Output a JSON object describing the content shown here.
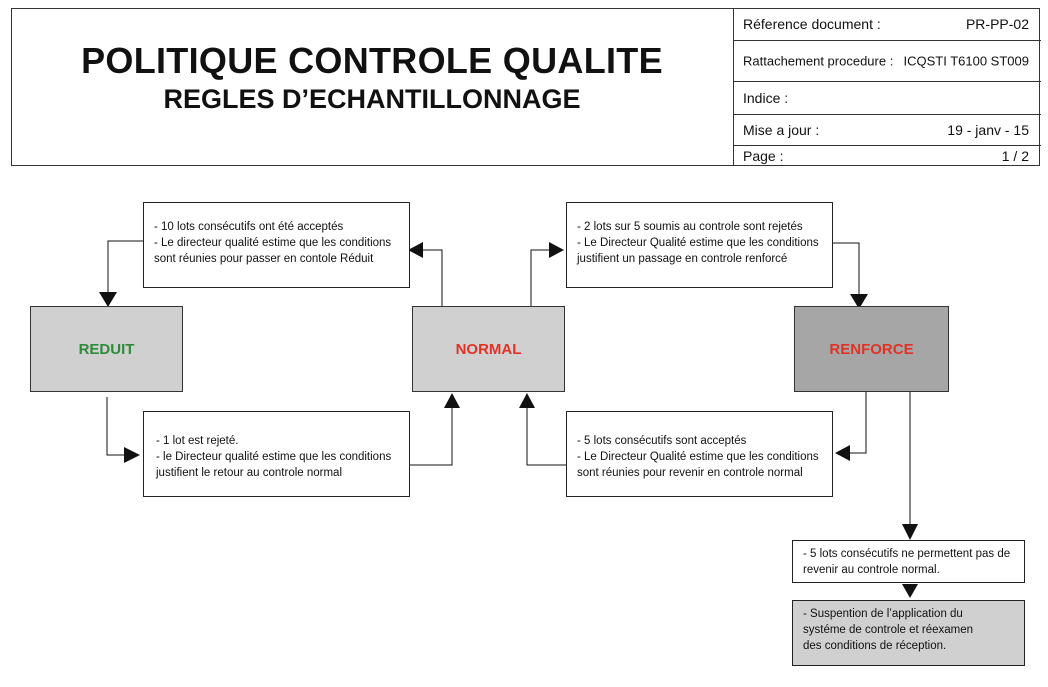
{
  "header": {
    "title": "POLITIQUE CONTROLE QUALITE",
    "subtitle": "REGLES D’ECHANTILLONNAGE",
    "rows": [
      {
        "label": "Réference document :",
        "value": "PR-PP-02"
      },
      {
        "label": "Rattachement procedure :",
        "value": "ICQSTI T6100 ST009"
      },
      {
        "label": "Indice :",
        "value": ""
      },
      {
        "label": "Mise a jour :",
        "value": "19 - janv - 15"
      },
      {
        "label": "Page :",
        "value": "1 / 2"
      }
    ]
  },
  "states": {
    "reduit": {
      "label": "REDUIT",
      "color": "#2e8b3c",
      "bg": "#d0d0d0"
    },
    "normal": {
      "label": "NORMAL",
      "color": "#e03326",
      "bg": "#d0d0d0"
    },
    "renforce": {
      "label": "RENFORCE",
      "color": "#e03326",
      "bg": "#a6a6a6"
    }
  },
  "boxes": {
    "to_reduit": "- 10 lots consécutifs ont été acceptés\n- Le directeur qualité estime que les conditions\nsont réunies pour passer en contole Réduit",
    "to_renforce": "- 2 lots sur 5 soumis au controle sont rejetés\n- Le Directeur Qualité estime que les conditions\njustifient un passage en controle renforcé",
    "reduit_to_normal": "- 1 lot est rejeté.\n- le Directeur qualité estime que les conditions\njustifient le retour au controle normal",
    "renforce_to_normal": "- 5 lots consécutifs sont acceptés\n- Le Directeur Qualité estime que les conditions\nsont réunies pour revenir en controle normal",
    "no_return": "- 5 lots consécutifs ne permettent pas de\nrevenir au controle normal.",
    "suspension": "- Suspention de l’application du\nsystéme de controle et réexamen\ndes conditions de réception."
  }
}
